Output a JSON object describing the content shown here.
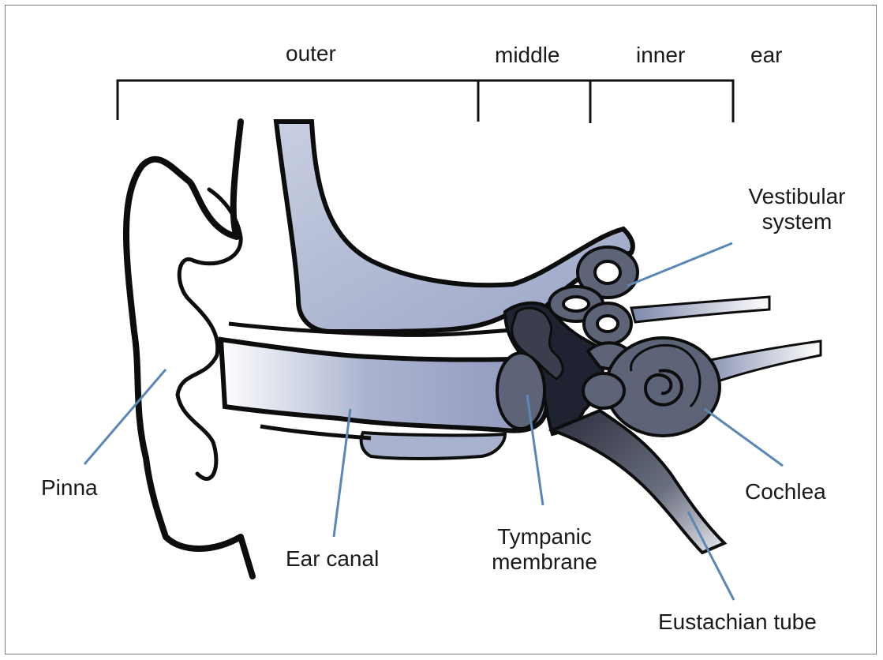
{
  "sections": {
    "outer": "outer",
    "middle": "middle",
    "inner": "inner",
    "ear": "ear"
  },
  "labels": {
    "vestibular_line1": "Vestibular",
    "vestibular_line2": "system",
    "pinna": "Pinna",
    "ear_canal": "Ear canal",
    "tympanic_line1": "Tympanic",
    "tympanic_line2": "membrane",
    "cochlea": "Cochlea",
    "eustachian": "Eustachian tube"
  },
  "colors": {
    "outline": "#0d0d0d",
    "bone": "#a9b2cd",
    "canal": "#8f9abf",
    "inner_dark": "#5d6478",
    "cavity": "#1f2230",
    "leader": "#5b87b5"
  }
}
